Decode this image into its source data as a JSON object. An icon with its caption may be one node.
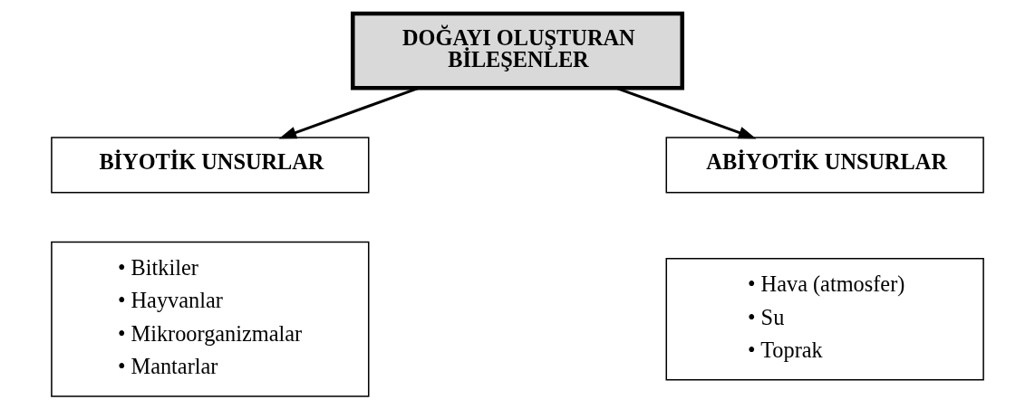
{
  "diagram": {
    "nodes": [
      {
        "text": [
          "DOĞAYI OLUŞTURAN BİLEŞENLER"
        ]
      },
      {
        "text": [
          "BİYOTİK UNSURLAR"
        ]
      },
      {
        "text": [
          "• Bitkiler",
          "• Hayvanlar",
          "• Mikroorganizmalar",
          "• Mantarlar"
        ]
      },
      {
        "text": [
          "ABİYOTİK UNSURLAR"
        ]
      },
      {
        "text": [
          "• Hava (atmosfer)",
          "• Su",
          "• Toprak"
        ]
      }
    ],
    "edges": [
      {
        "from": 0,
        "to": 1,
        "arrow": "to"
      },
      {
        "from": 0,
        "to": 3,
        "arrow": "to"
      }
    ]
  }
}
